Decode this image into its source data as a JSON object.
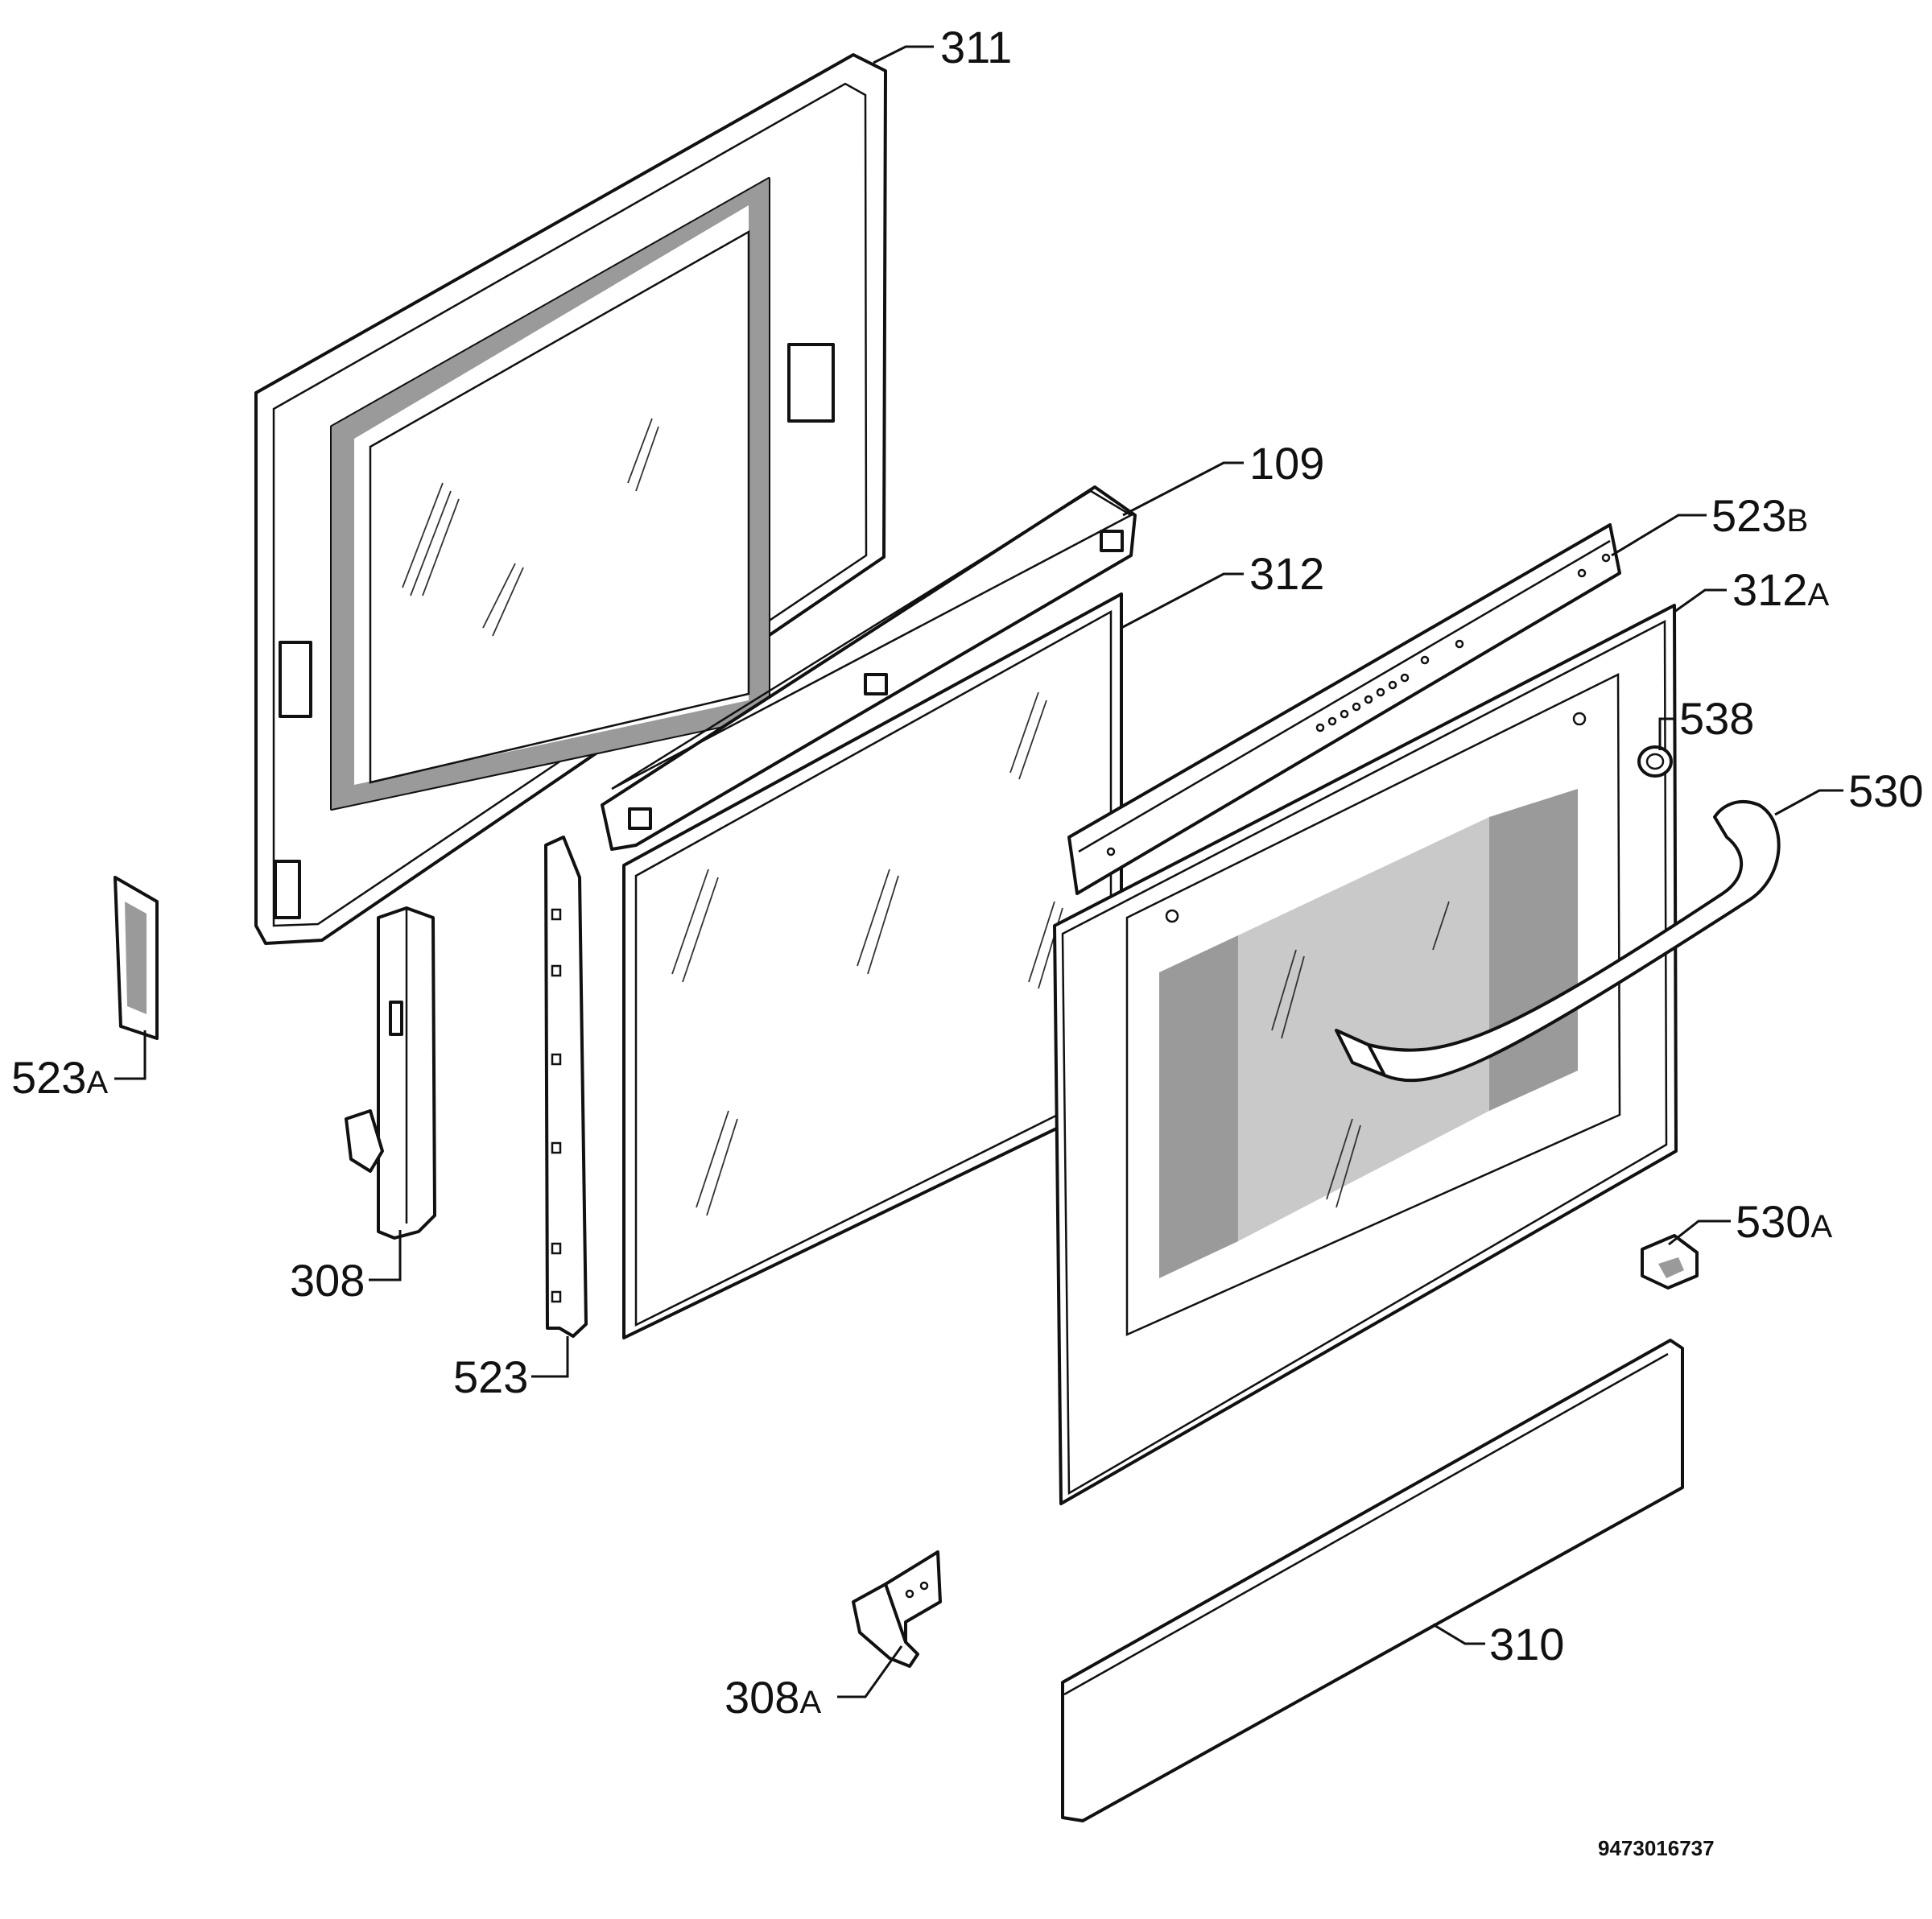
{
  "diagram": {
    "document_number": "9473016737",
    "labels": [
      {
        "id": "311",
        "num": "311",
        "suffix": ""
      },
      {
        "id": "109",
        "num": "109",
        "suffix": ""
      },
      {
        "id": "312",
        "num": "312",
        "suffix": ""
      },
      {
        "id": "523B",
        "num": "523",
        "suffix": "B"
      },
      {
        "id": "312A",
        "num": "312",
        "suffix": "A"
      },
      {
        "id": "538",
        "num": "538",
        "suffix": ""
      },
      {
        "id": "530",
        "num": "530",
        "suffix": ""
      },
      {
        "id": "523A",
        "num": "523",
        "suffix": "A"
      },
      {
        "id": "308",
        "num": "308",
        "suffix": ""
      },
      {
        "id": "523",
        "num": "523",
        "suffix": ""
      },
      {
        "id": "530A",
        "num": "530",
        "suffix": "A"
      },
      {
        "id": "310",
        "num": "310",
        "suffix": ""
      },
      {
        "id": "308A",
        "num": "308",
        "suffix": "A"
      }
    ]
  }
}
